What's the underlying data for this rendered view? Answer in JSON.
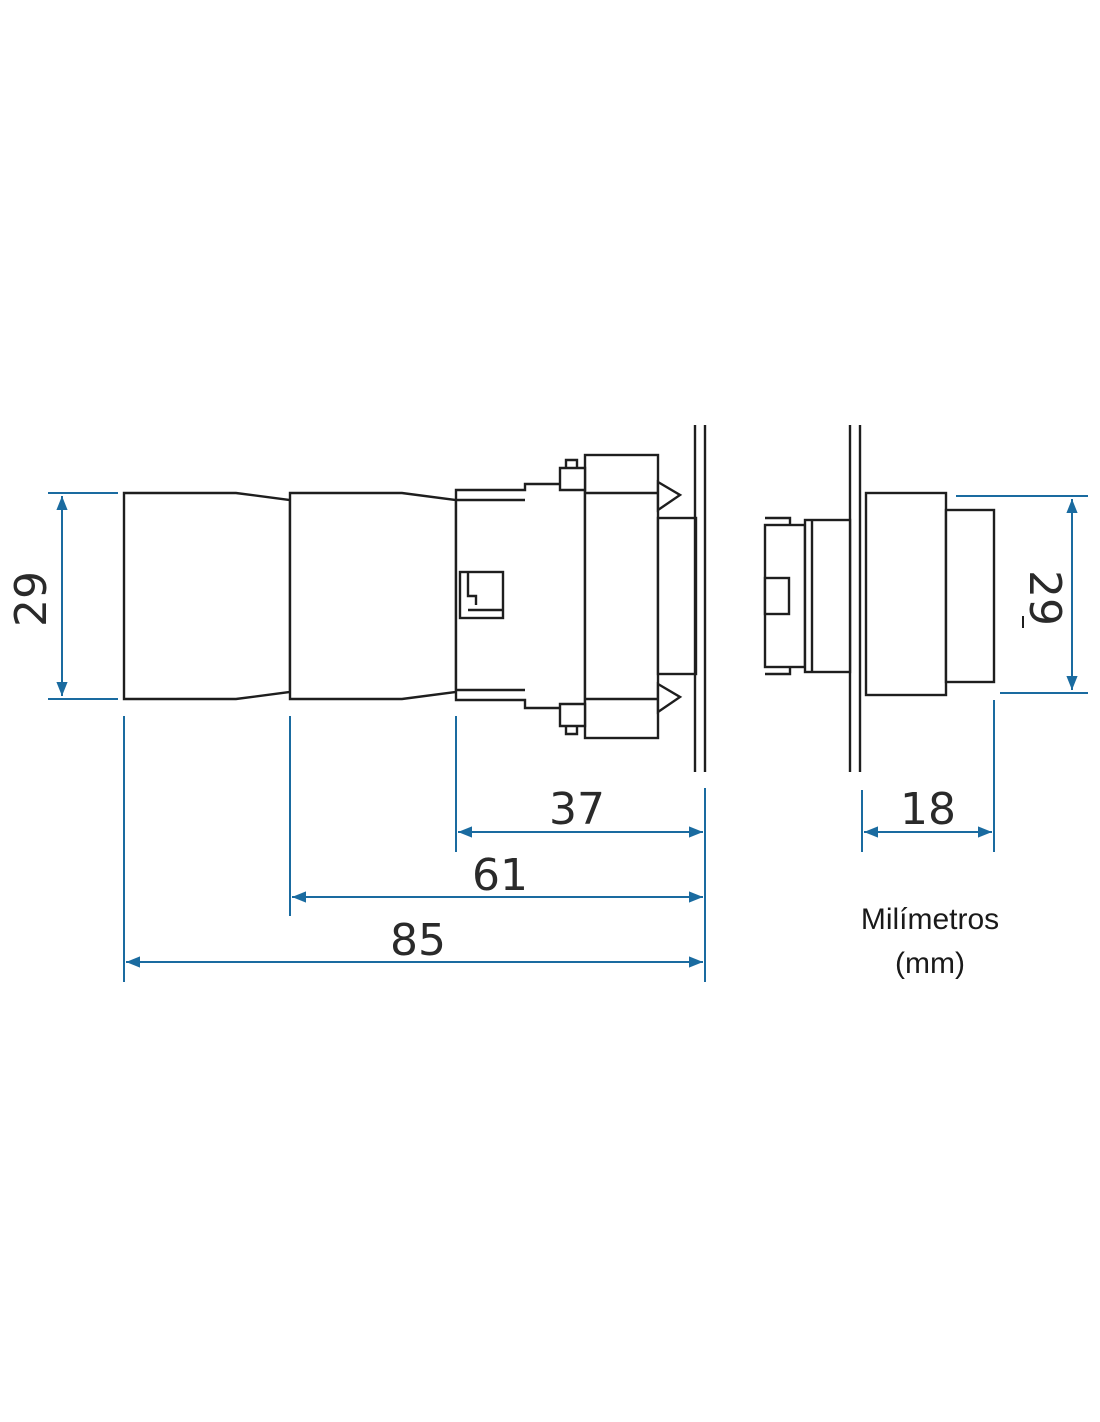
{
  "dimensions": {
    "height_left": "29",
    "height_right": "29",
    "depth_37": "37",
    "depth_61": "61",
    "depth_85": "85",
    "depth_18": "18"
  },
  "units": {
    "label": "Milímetros",
    "abbrev": "(mm)"
  },
  "colors": {
    "dimension_lines": "#1a6ba0",
    "outline": "#1e1e1e"
  }
}
